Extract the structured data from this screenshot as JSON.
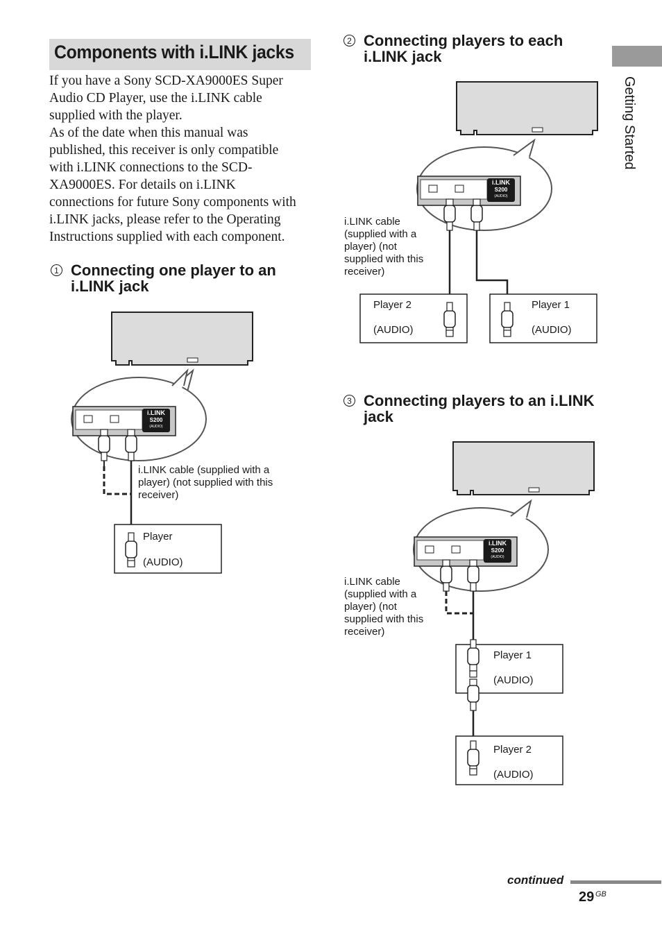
{
  "section_title": "Components with i.LINK jacks",
  "intro_paragraph": "If you have a Sony SCD-XA9000ES Super Audio CD Player, use the i.LINK cable supplied with the player. As of the date when this manual was published, this receiver is only compatible with i.LINK connections to the SCD-XA9000ES. For details on i.LINK connections for future Sony components with i.LINK jacks, please refer to the Operating Instructions supplied with each component.",
  "intro_lines": [
    "If you have a Sony SCD-XA9000ES Super",
    "Audio CD Player, use the i.LINK cable",
    "supplied with the player.",
    "As of the date when this manual was",
    "published, this receiver is only compatible",
    "with i.LINK connections to the SCD-",
    "XA9000ES. For details on i.LINK",
    "connections for future Sony components with",
    "i.LINK jacks, please refer to the Operating",
    "Instructions supplied with each component."
  ],
  "side_tab": "Getting Started",
  "steps": [
    {
      "number": "1",
      "title_lines": [
        "Connecting one player to an",
        "i.LINK jack"
      ]
    },
    {
      "number": "2",
      "title_lines": [
        "Connecting players to each",
        "i.LINK jack"
      ]
    },
    {
      "number": "3",
      "title_lines": [
        "Connecting players to an i.LINK",
        "jack"
      ]
    }
  ],
  "panel": {
    "brand": "i.LINK",
    "model": "S200",
    "sub": "(AUDIO)"
  },
  "diagram1": {
    "cable_lines": [
      "i.LINK cable (supplied with a",
      "player) (not supplied with this",
      "receiver)"
    ],
    "player_name": "Player",
    "player_type": "(AUDIO)"
  },
  "diagram2": {
    "cable_lines": [
      "i.LINK cable",
      "(supplied with a",
      "player) (not",
      "supplied with this",
      "receiver)"
    ],
    "player_a_name": "Player 2",
    "player_a_type": "(AUDIO)",
    "player_b_name": "Player 1",
    "player_b_type": "(AUDIO)"
  },
  "diagram3": {
    "cable_lines": [
      "i.LINK cable",
      "(supplied with a",
      "player) (not",
      "supplied with this",
      "receiver)"
    ],
    "player_1_name": "Player 1",
    "player_1_type": "(AUDIO)",
    "player_2_name": "Player 2",
    "player_2_type": "(AUDIO)"
  },
  "footer": {
    "continued": "continued",
    "page_number": "29",
    "page_suffix": "GB"
  }
}
